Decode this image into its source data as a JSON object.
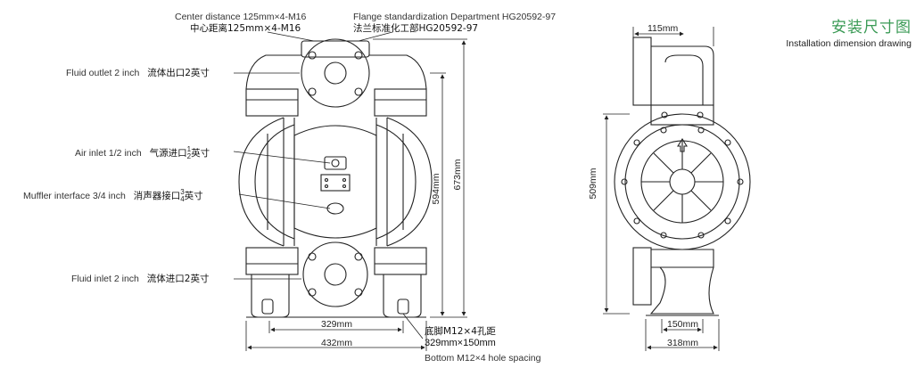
{
  "title": {
    "cn": "安装尺寸图",
    "en": "Installation dimension drawing"
  },
  "labels": {
    "center_distance_en": "Center distance 125mm×4-M16",
    "center_distance_cn": "中心距离125mm×4-M16",
    "flange_en": "Flange standardization Department HG20592-97",
    "flange_cn": "法兰标准化工部HG20592-97",
    "fluid_outlet_en": "Fluid outlet 2 inch",
    "fluid_outlet_cn": "流体出口2英寸",
    "air_inlet_en": "Air inlet 1/2 inch",
    "air_inlet_cn_a": "气源进口",
    "air_inlet_num": "1",
    "air_inlet_den": "2",
    "air_inlet_cn_b": "英寸",
    "muffler_en": "Muffler interface 3/4 inch",
    "muffler_cn_a": "消声器接口",
    "muffler_num": "3",
    "muffler_den": "4",
    "muffler_cn_b": "英寸",
    "fluid_inlet_en": "Fluid inlet 2 inch",
    "fluid_inlet_cn": "流体进口2英寸",
    "base_cn": "底脚M12×4孔距",
    "base_dim": "329mm×150mm",
    "base_en": "Bottom M12×4 hole spacing"
  },
  "dimensions": {
    "d329": "329mm",
    "d432": "432mm",
    "d594": "594mm",
    "d673": "673mm",
    "d115": "115mm",
    "d509": "509mm",
    "d150": "150mm",
    "d318": "318mm"
  },
  "colors": {
    "title": "#3a9a55",
    "line": "#222222"
  }
}
